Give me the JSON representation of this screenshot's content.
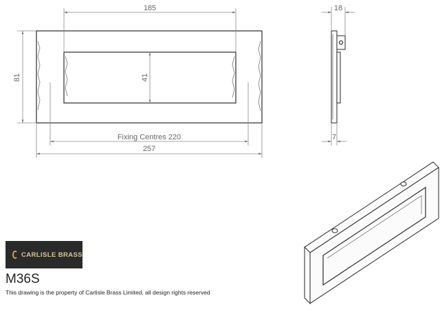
{
  "dimensions": {
    "front_width": "185",
    "front_height": "81",
    "aperture_height": "41",
    "fixing_centres": "Fixing Centres 220",
    "overall_width": "257",
    "side_depth": "18",
    "side_offset": "7"
  },
  "title_block": {
    "brand": "CARLISLE BRASS",
    "model": "M36S",
    "notice": "This drawing is the property of Carlisle Brass Limited, all design rights reserved"
  },
  "colors": {
    "logo_background": "#2a2a2a",
    "logo_gold": "#c9a24a"
  }
}
